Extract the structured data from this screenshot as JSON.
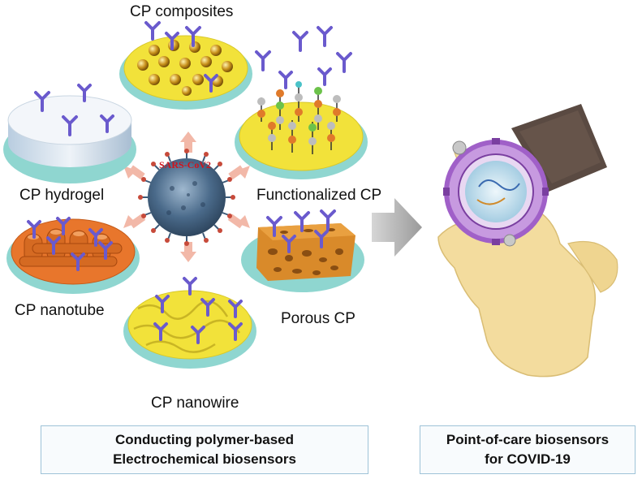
{
  "center": {
    "virus_label": "SARS-CoV2"
  },
  "platforms": {
    "composites": "CP composites",
    "hydrogel": "CP hydrogel",
    "functionalized": "Functionalized CP",
    "nanotube": "CP nanotube",
    "porous": "Porous CP",
    "nanowire": "CP nanowire"
  },
  "captions": {
    "left_line1": "Conducting polymer-based",
    "left_line2": "Electrochemical biosensors",
    "right_line1": "Point-of-care biosensors",
    "right_line2": "for COVID-19"
  },
  "colors": {
    "antibody": "#6a5acd",
    "disc_yellow": "#f2e23a",
    "disc_base": "#8fd6d0",
    "nanotube_disc": "#e8762c",
    "porous": "#d98a2a",
    "hydrogel": "#dfe8f0",
    "virus": "#4a6a8a",
    "virus_label": "#d0141c",
    "arrow": "#f2b8a8",
    "glove": "#f3dc9e",
    "watch_ring": "#b07ad0",
    "strap": "#5a4a42"
  }
}
